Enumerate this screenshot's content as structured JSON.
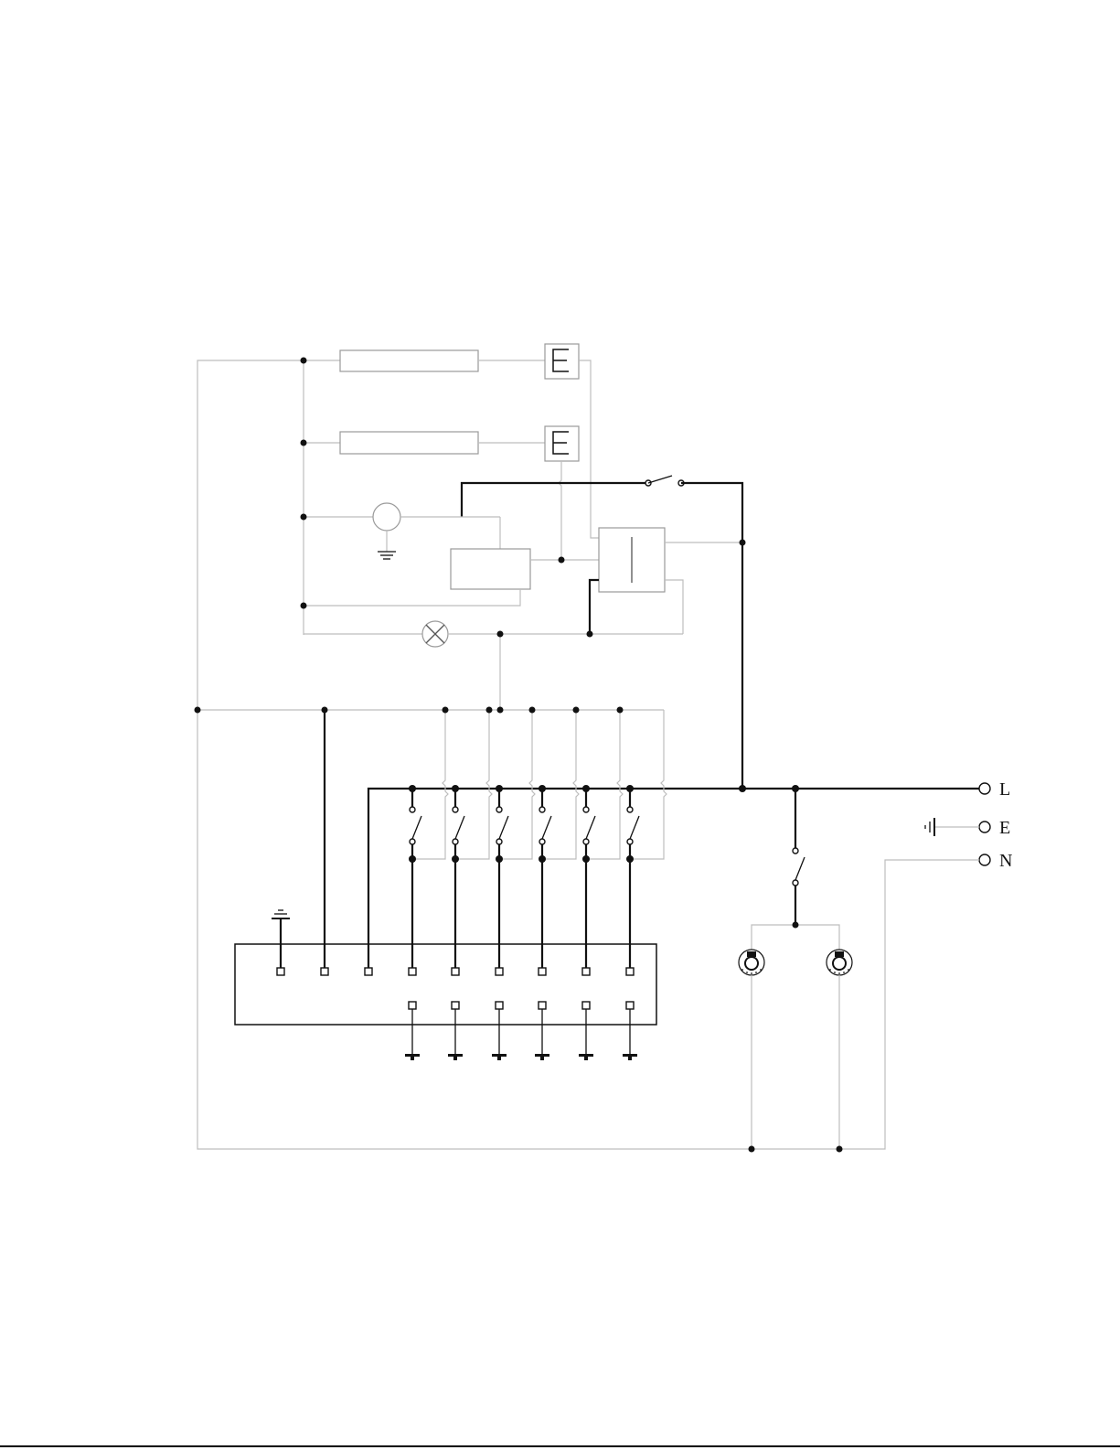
{
  "terminals": [
    {
      "id": "L",
      "label": "L"
    },
    {
      "id": "E",
      "label": "E"
    },
    {
      "id": "N",
      "label": "N"
    }
  ],
  "colors": {
    "wire": "#bdbdbd",
    "thick_wire": "#111111",
    "background": "#ffffff"
  }
}
